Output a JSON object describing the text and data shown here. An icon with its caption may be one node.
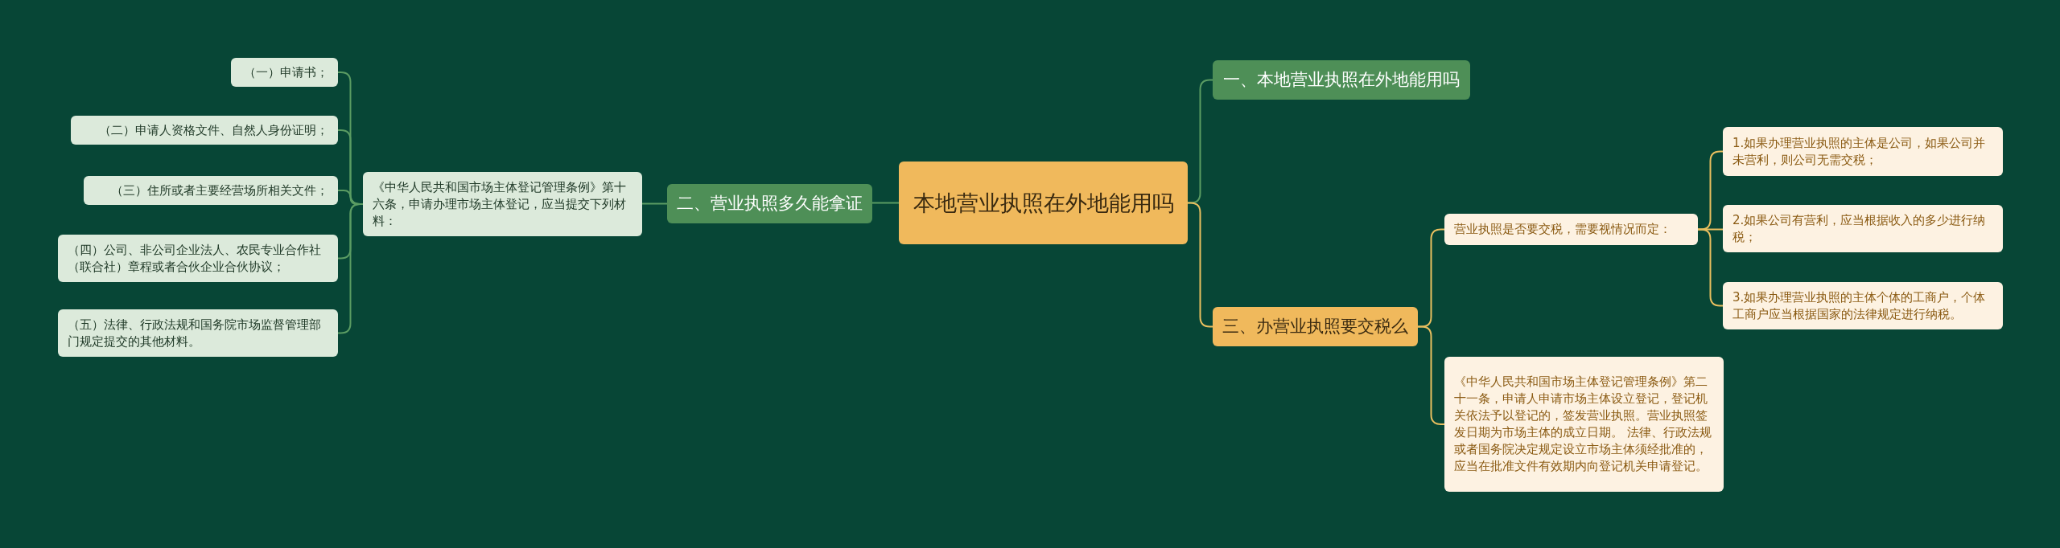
{
  "diagram": {
    "nodes": [
      {
        "text": [
          "本地营业执照在外地能用吗"
        ]
      },
      {
        "text": [
          "二、营业执照多久能拿证"
        ]
      },
      {
        "text": [
          "《中华人民共和国市场主体登记管理条例》第十六条，申请办理市场主体登记，应当提交下列材料："
        ]
      },
      {
        "text": [
          "（一）申请书；"
        ]
      },
      {
        "text": [
          "（二）申请人资格文件、自然人身份证明；"
        ]
      },
      {
        "text": [
          "（三）住所或者主要经营场所相关文件；"
        ]
      },
      {
        "text": [
          "（四）公司、非公司企业法人、农民专业合作社（联合社）章程或者合伙企业合伙协议；"
        ]
      },
      {
        "text": [
          "（五）法律、行政法规和国务院市场监督管理部门规定提交的其他材料。"
        ]
      },
      {
        "text": [
          "一、本地营业执照在外地能用吗"
        ]
      },
      {
        "text": [
          "三、办营业执照要交税么"
        ]
      },
      {
        "text": [
          "营业执照是否要交税，需要视情况而定："
        ]
      },
      {
        "text": [
          "1.如果办理营业执照的主体是公司，如果公司并未营利，则公司无需交税；"
        ]
      },
      {
        "text": [
          "2.如果公司有营利，应当根据收入的多少进行纳税；"
        ]
      },
      {
        "text": [
          "3.如果办理营业执照的主体个体的工商户，个体工商户应当根据国家的法律规定进行纳税。"
        ]
      },
      {
        "text": [
          "《中华人民共和国市场主体登记管理条例》第二十一条，申请人申请市场主体设立登记，登记机关依法予以登记的，签发营业执照。营业执照签发日期为市场主体的成立日期。 法律、行政法规或者国务院决定规定设立市场主体须经批准的，应当在批准文件有效期内向登记机关申请登记。"
        ]
      }
    ],
    "edges": [
      {
        "from": 0,
        "to": 1,
        "arrow": "none"
      },
      {
        "from": 1,
        "to": 2,
        "arrow": "none"
      },
      {
        "from": 2,
        "to": 3,
        "arrow": "none"
      },
      {
        "from": 2,
        "to": 4,
        "arrow": "none"
      },
      {
        "from": 2,
        "to": 5,
        "arrow": "none"
      },
      {
        "from": 2,
        "to": 6,
        "arrow": "none"
      },
      {
        "from": 2,
        "to": 7,
        "arrow": "none"
      },
      {
        "from": 0,
        "to": 8,
        "arrow": "none"
      },
      {
        "from": 0,
        "to": 9,
        "arrow": "none",
        "color": "#e9bf5f"
      },
      {
        "from": 9,
        "to": 10,
        "arrow": "none",
        "color": "#e9bf5f"
      },
      {
        "from": 10,
        "to": 11,
        "arrow": "none",
        "color": "#e9bf5f"
      },
      {
        "from": 10,
        "to": 12,
        "arrow": "none",
        "color": "#e9bf5f"
      },
      {
        "from": 10,
        "to": 13,
        "arrow": "none",
        "color": "#e9bf5f"
      },
      {
        "from": 9,
        "to": 14,
        "arrow": "none",
        "color": "#e9bf5f"
      }
    ]
  }
}
